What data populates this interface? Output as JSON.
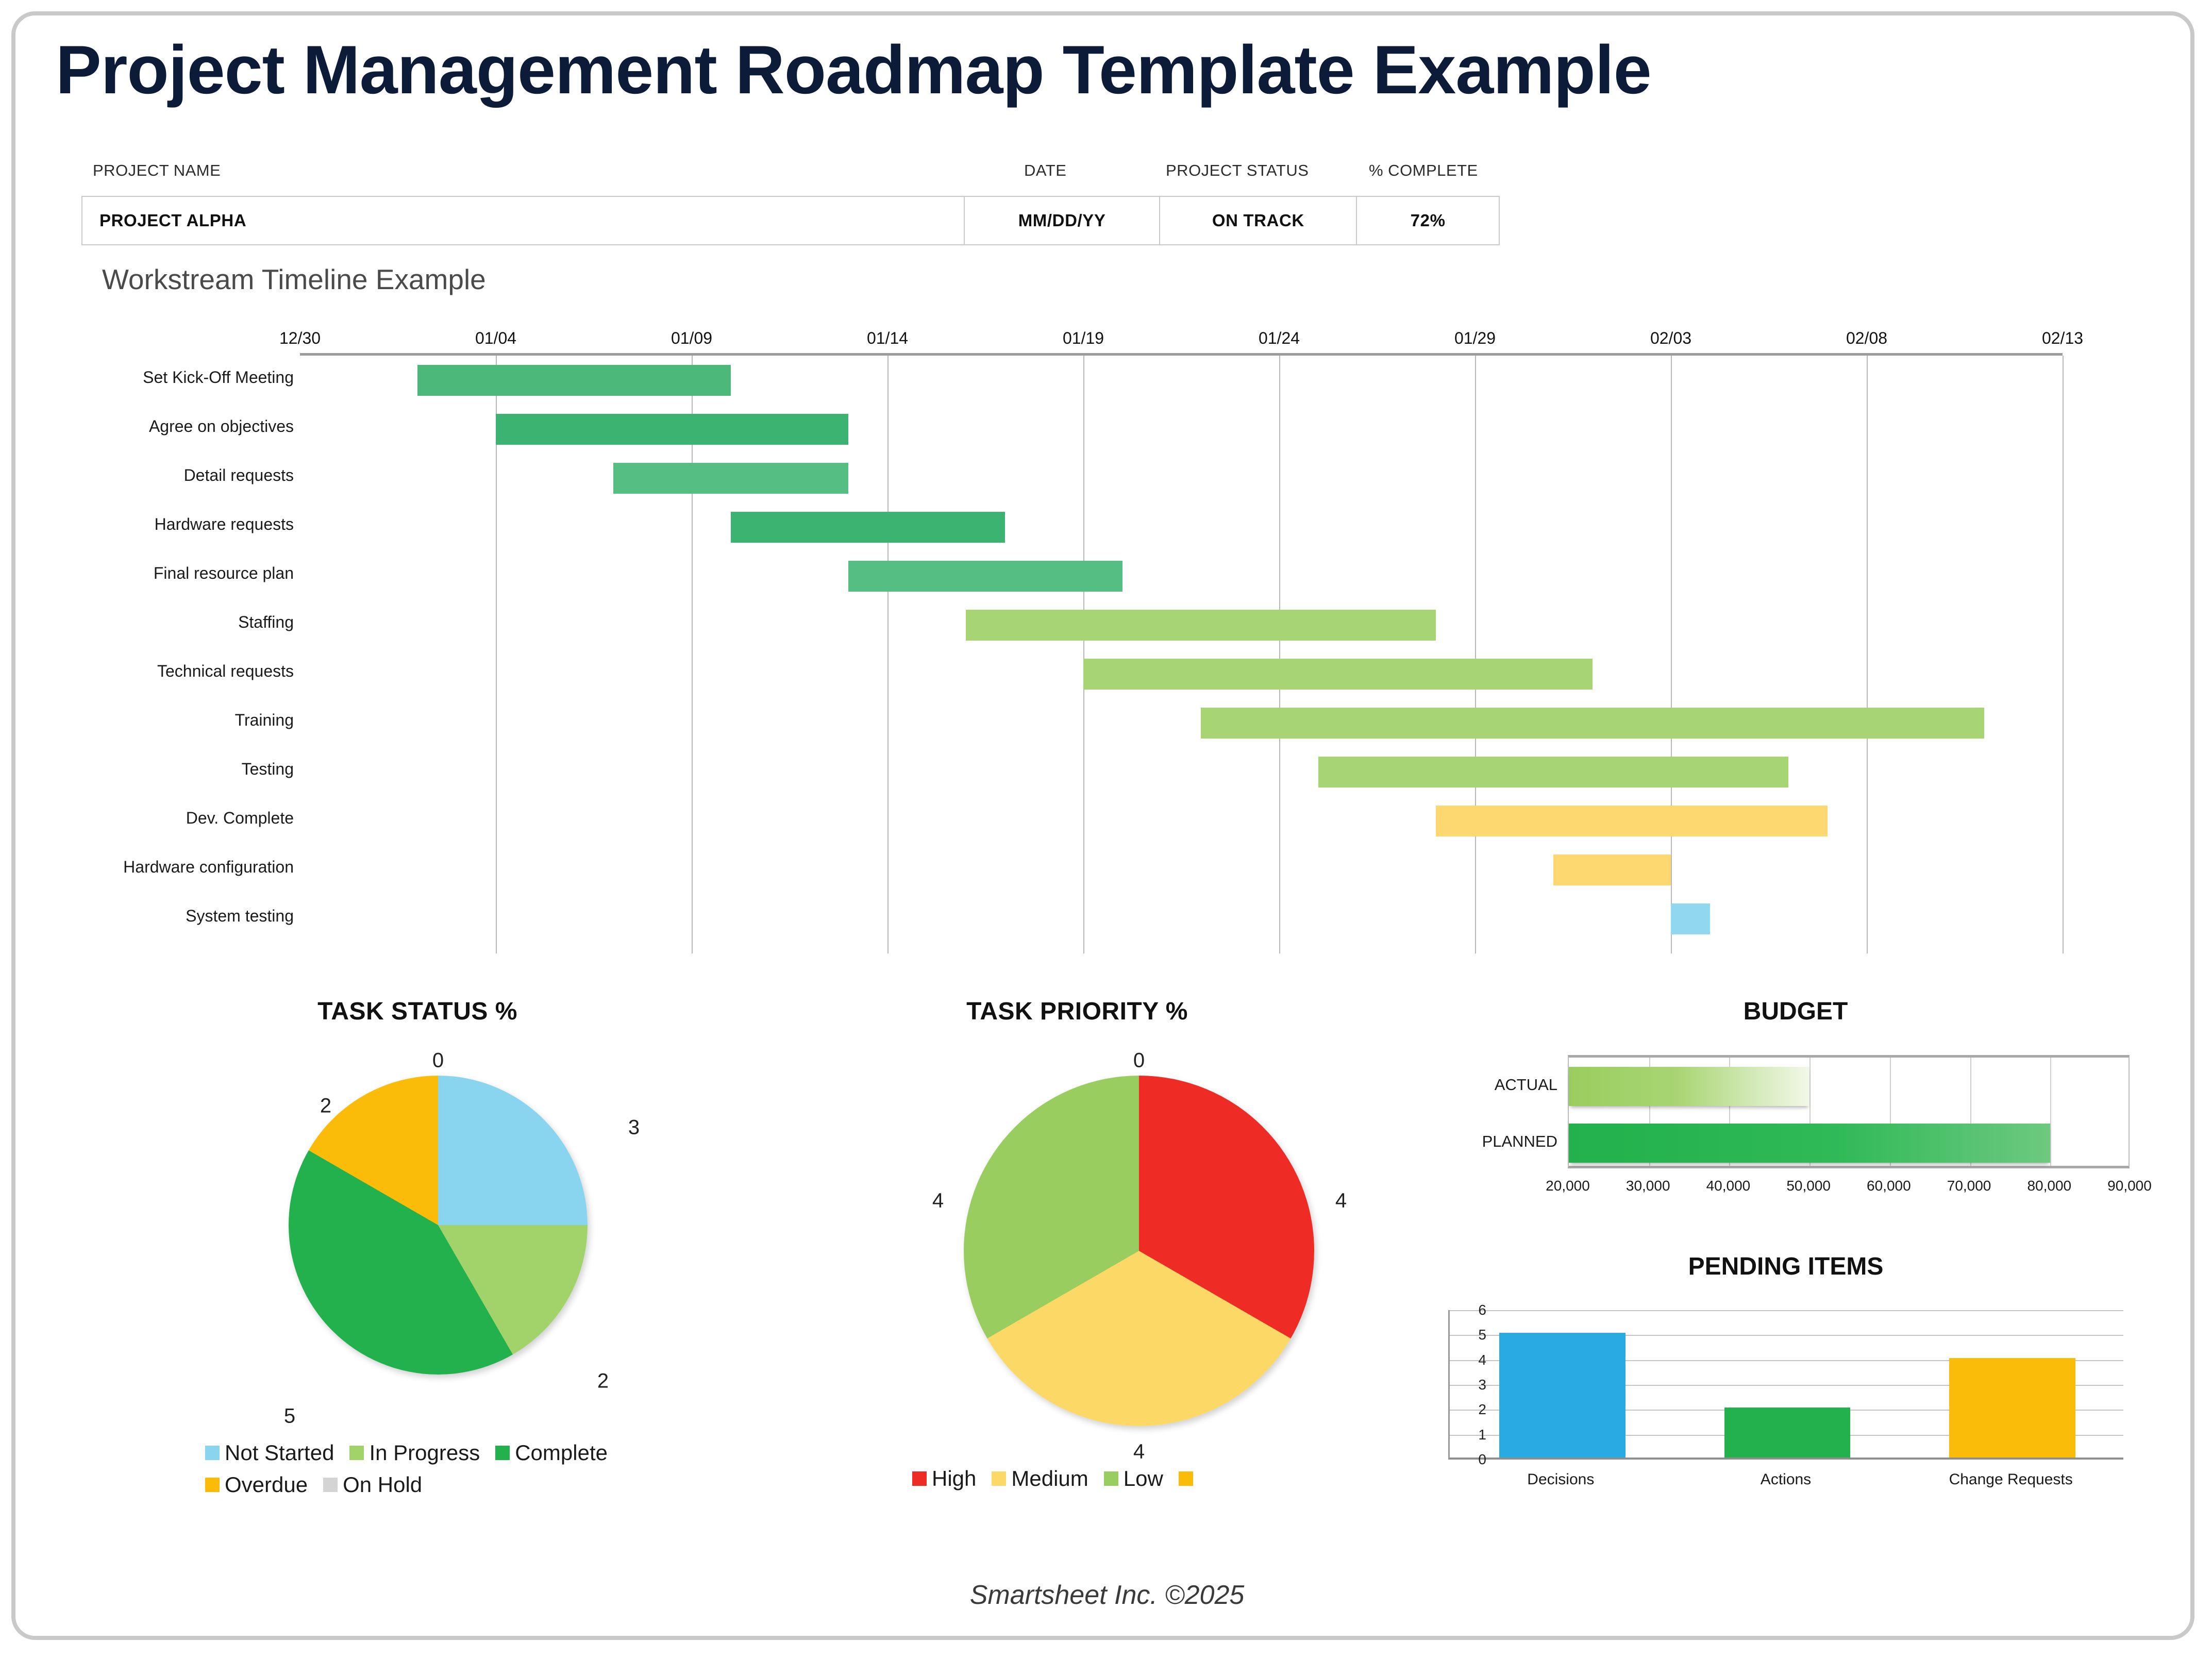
{
  "page_title": "Project Management Roadmap Template Example",
  "title_color": "#0C1B38",
  "meta": {
    "labels": {
      "project_name": "PROJECT NAME",
      "date": "DATE",
      "project_status": "PROJECT  STATUS",
      "percent_complete": "% COMPLETE"
    },
    "values": {
      "project_name": "PROJECT ALPHA",
      "date": "MM/DD/YY",
      "project_status": "ON TRACK",
      "percent_complete": "72%"
    }
  },
  "subtitle": "Workstream Timeline Example",
  "footer": "Smartsheet Inc. ©2025",
  "chart_data": [
    {
      "type": "bar",
      "name": "workstream-timeline",
      "title": "Workstream Timeline Example",
      "orientation": "horizontal",
      "xlabel": "",
      "ylabel": "",
      "x_ticks": [
        "12/30",
        "01/04",
        "01/09",
        "01/14",
        "01/19",
        "01/24",
        "01/29",
        "02/03",
        "02/08",
        "02/13"
      ],
      "x_start_day": 0,
      "x_end_day": 45,
      "grid": true,
      "colors": {
        "complete": "#4CB87A",
        "in_progress": "#A8D573",
        "overdue": "#FDD870",
        "not_started": "#92D7F0"
      },
      "tasks": [
        {
          "label": "Set Kick-Off Meeting",
          "start_day": 3,
          "end_day": 11,
          "color": "#4CB87A"
        },
        {
          "label": "Agree on objectives",
          "start_day": 5,
          "end_day": 14,
          "color": "#3CB371"
        },
        {
          "label": "Detail requests",
          "start_day": 8,
          "end_day": 14,
          "color": "#55BE83"
        },
        {
          "label": "Hardware requests",
          "start_day": 11,
          "end_day": 18,
          "color": "#3CB371"
        },
        {
          "label": "Final resource plan",
          "start_day": 14,
          "end_day": 21,
          "color": "#55BE83"
        },
        {
          "label": "Staffing",
          "start_day": 17,
          "end_day": 29,
          "color": "#A8D573"
        },
        {
          "label": "Technical requests",
          "start_day": 20,
          "end_day": 33,
          "color": "#A8D573"
        },
        {
          "label": "Training",
          "start_day": 23,
          "end_day": 43,
          "color": "#A8D573"
        },
        {
          "label": "Testing",
          "start_day": 26,
          "end_day": 38,
          "color": "#A8D573"
        },
        {
          "label": "Dev. Complete",
          "start_day": 29,
          "end_day": 39,
          "color": "#FDD870"
        },
        {
          "label": "Hardware configuration",
          "start_day": 32,
          "end_day": 35,
          "color": "#FDD870"
        },
        {
          "label": "System testing",
          "start_day": 35,
          "end_day": 36,
          "color": "#92D7F0"
        }
      ]
    },
    {
      "type": "pie",
      "name": "task-status",
      "title": "TASK STATUS %",
      "labels": [
        "Not Started",
        "In Progress",
        "Complete",
        "Overdue",
        "On Hold"
      ],
      "values": [
        3,
        2,
        5,
        2,
        0
      ],
      "colors": [
        "#89D5EF",
        "#A2D36A",
        "#22B14C",
        "#FBBC09",
        "#D4D4D4"
      ],
      "data_labels": {
        "top": "0",
        "right_upper": "3",
        "right_lower": "2",
        "bottom_left": "5",
        "left_upper": "2"
      },
      "legend_position": "bottom"
    },
    {
      "type": "pie",
      "name": "task-priority",
      "title": "TASK PRIORITY %",
      "labels": [
        "High",
        "Medium",
        "Low",
        ""
      ],
      "values": [
        4,
        4,
        4,
        0
      ],
      "colors": [
        "#EF2B25",
        "#FCD866",
        "#9ACD5F",
        "#FBBC09"
      ],
      "data_labels": {
        "top": "0",
        "right": "4",
        "bottom": "4",
        "left": "4"
      },
      "legend_position": "bottom"
    },
    {
      "type": "bar",
      "name": "budget",
      "title": "BUDGET",
      "orientation": "horizontal",
      "categories": [
        "ACTUAL",
        "PLANNED"
      ],
      "values": [
        50000,
        80000
      ],
      "xlim": [
        20000,
        90000
      ],
      "x_ticks": [
        "20,000",
        "30,000",
        "40,000",
        "50,000",
        "60,000",
        "70,000",
        "80,000",
        "90,000"
      ],
      "colors": [
        "#9ACD5F",
        "#22B14C"
      ],
      "grid": true
    },
    {
      "type": "bar",
      "name": "pending-items",
      "title": "PENDING ITEMS",
      "orientation": "vertical",
      "categories": [
        "Decisions",
        "Actions",
        "Change Requests"
      ],
      "values": [
        5,
        2,
        4
      ],
      "ylim": [
        0,
        6
      ],
      "y_ticks": [
        "0",
        "1",
        "2",
        "3",
        "4",
        "5",
        "6"
      ],
      "colors": [
        "#29ABE2",
        "#22B14C",
        "#FBBC09"
      ],
      "grid": true
    }
  ]
}
